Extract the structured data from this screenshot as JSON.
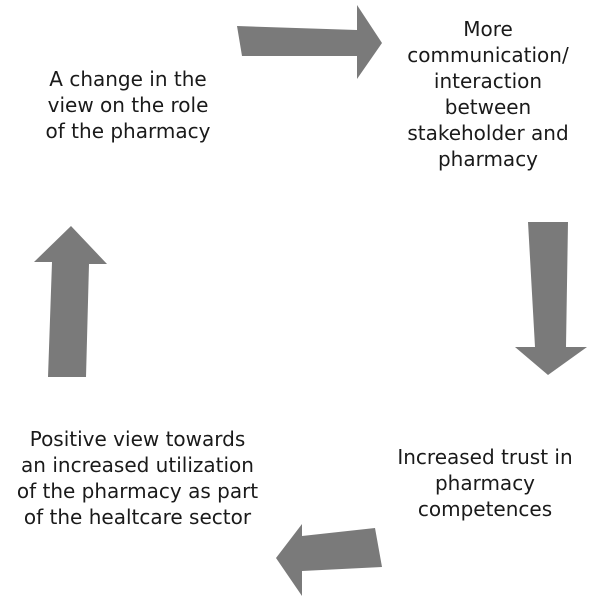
{
  "diagram": {
    "nodes": [
      {
        "id": "top-left",
        "lines": [
          "A change in the",
          "view on the role",
          "of the pharmacy"
        ]
      },
      {
        "id": "top-right",
        "lines": [
          "More",
          "communication/",
          "interaction",
          "between",
          "stakeholder and",
          "pharmacy"
        ]
      },
      {
        "id": "bottom-right",
        "lines": [
          "Increased trust in",
          "pharmacy",
          "competences"
        ]
      },
      {
        "id": "bottom-left",
        "lines": [
          "Positive view towards",
          "an increased utilization",
          "of the pharmacy as part",
          "of the healtcare sector"
        ]
      }
    ],
    "arrow_color": "#7a7a7a"
  }
}
